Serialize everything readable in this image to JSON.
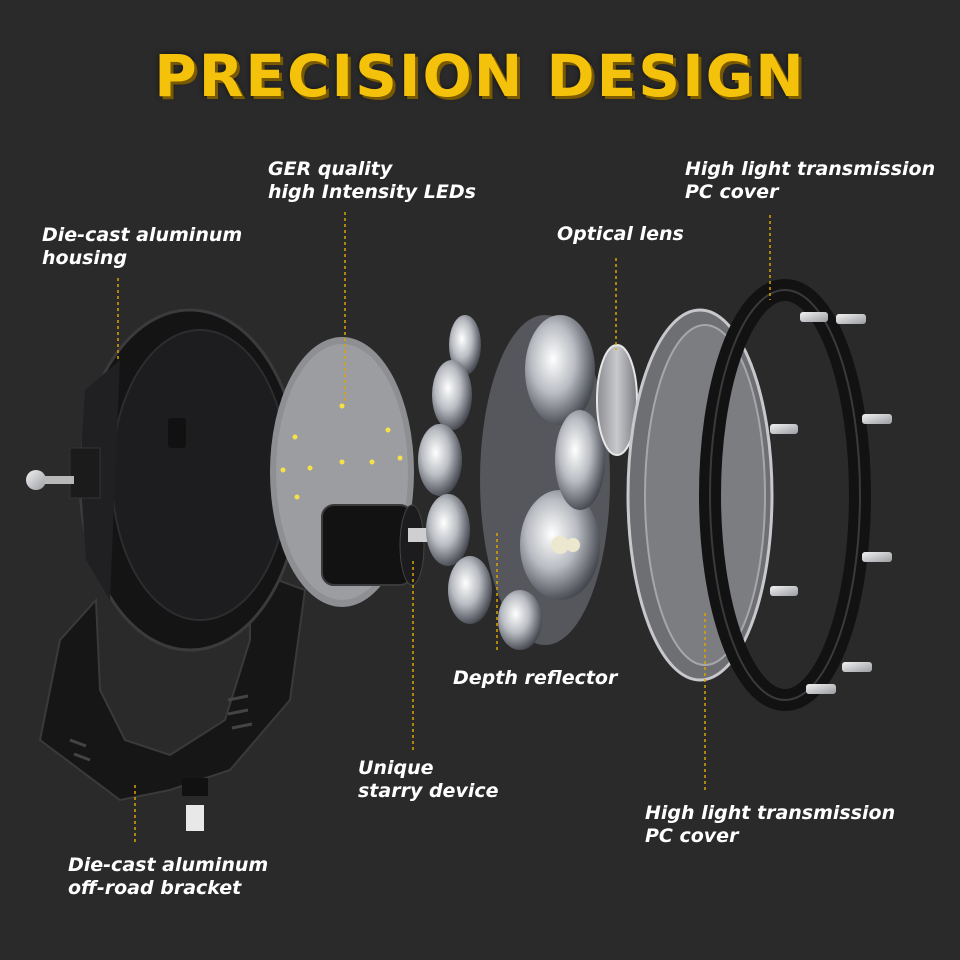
{
  "title": "PRECISION DESIGN",
  "labels": {
    "housing": [
      "Die-cast aluminum",
      "housing"
    ],
    "leds": [
      "GER quality",
      "high Intensity LEDs"
    ],
    "optical_lens": [
      "Optical lens"
    ],
    "pc_cover_top": [
      "High light transmission",
      "PC cover"
    ],
    "depth_reflector": [
      "Depth reflector"
    ],
    "starry_device": [
      "Unique",
      "starry device"
    ],
    "pc_cover_bottom": [
      "High light transmission",
      "PC cover"
    ],
    "bracket": [
      "Die-cast aluminum",
      "off-road bracket"
    ]
  },
  "colors": {
    "accent": "#f5c20b",
    "background": "#2a2a2b",
    "leader": "#d9a400"
  }
}
